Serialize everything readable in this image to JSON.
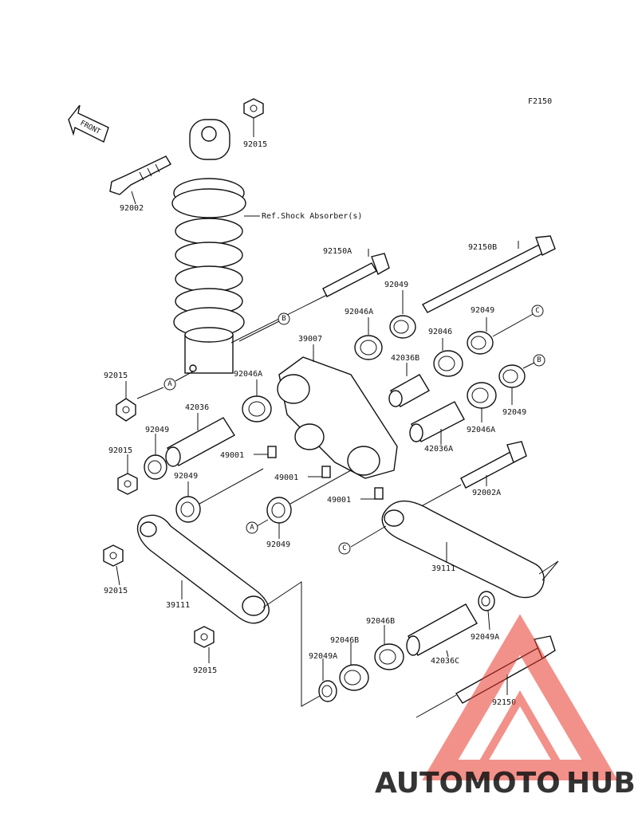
{
  "diagram": {
    "figure_code": "F2150",
    "front_arrow_label": "FRONT",
    "ref_note": "Ref.Shock Absorber(s)",
    "callouts": {
      "c_92015_top": "92015",
      "c_92002": "92002",
      "c_92150A": "92150A",
      "c_92150B": "92150B",
      "c_92049_a": "92049",
      "c_92046A_a": "92046A",
      "c_92046": "92046",
      "c_92049_b": "92049",
      "c_39007": "39007",
      "c_42036B": "42036B",
      "c_92049_c": "92049",
      "c_92015_mid": "92015",
      "c_92046A_b": "92046A",
      "c_42036": "42036",
      "c_92049_d": "92049",
      "c_92015_left": "92015",
      "c_49001_a": "49001",
      "c_92046A_c": "92046A",
      "c_42036A": "42036A",
      "c_92049_e": "92049",
      "c_49001_b": "49001",
      "c_92002A": "92002A",
      "c_49001_c": "49001",
      "c_92049_f": "92049",
      "c_92015_low": "92015",
      "c_39111_right": "39111",
      "c_39111_left": "39111",
      "c_92046B_a": "92046B",
      "c_92049A": "92049A",
      "c_92046B_b": "92046B",
      "c_42036C": "42036C",
      "c_92049A_b": "92049A",
      "c_92150": "92150",
      "c_92015_bottom": "92015"
    },
    "refs": {
      "ref_A1": "A",
      "ref_A2": "A",
      "ref_B1": "B",
      "ref_B2": "B",
      "ref_C1": "C",
      "ref_C2": "C"
    }
  },
  "watermark": {
    "text_a": "AUTOMOTO",
    "text_b": "HUB",
    "color_a": "#f5a623",
    "color_b": "#8a8a8a",
    "logo_color": "#e8392b"
  }
}
